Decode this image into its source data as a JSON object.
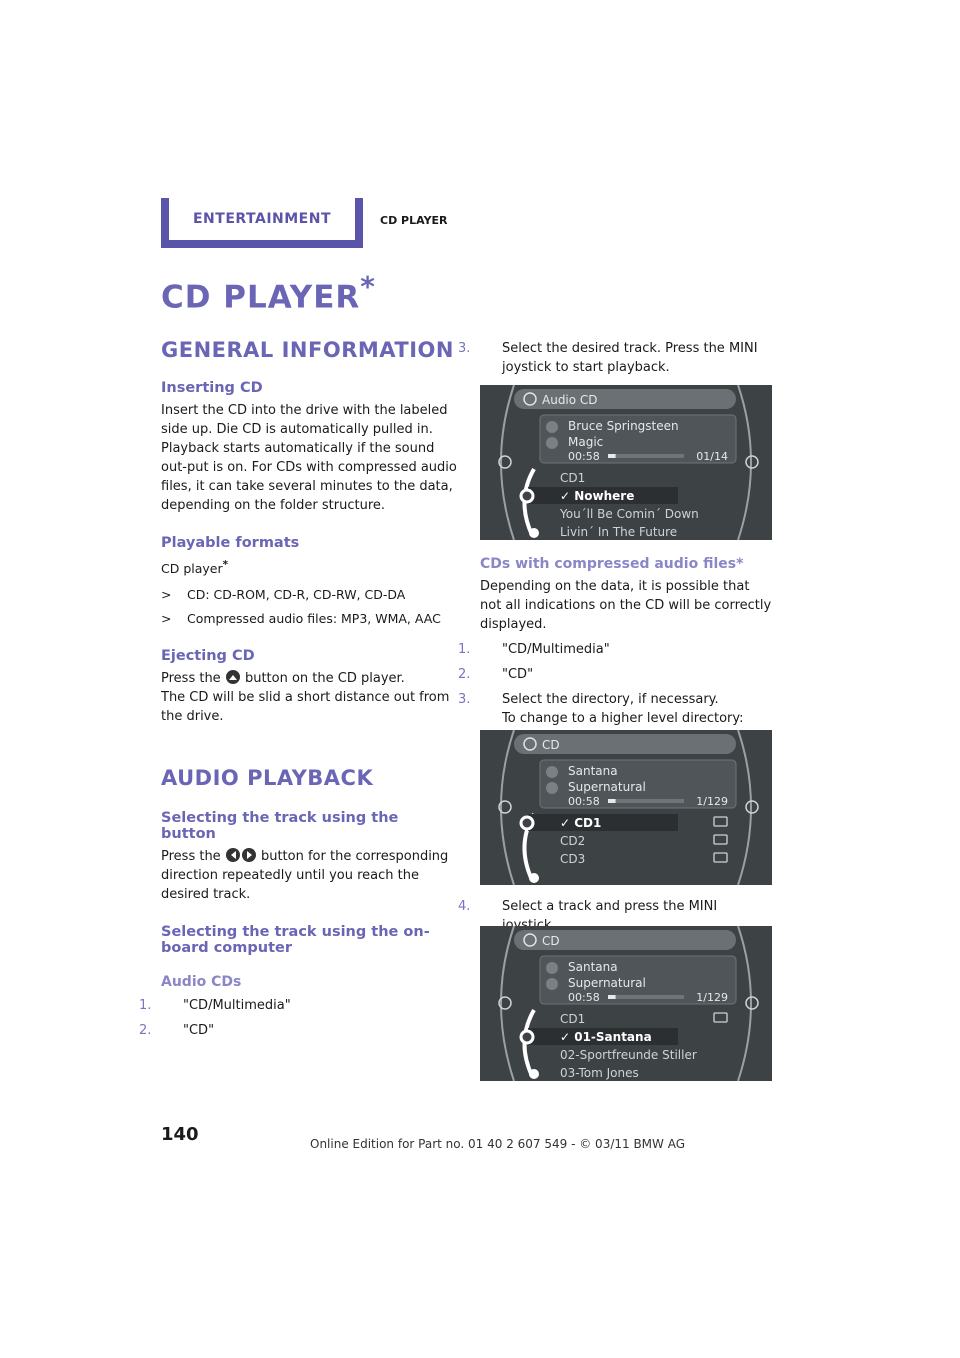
{
  "header": {
    "tab": "Entertainment",
    "section": "CD player"
  },
  "title": "CD player",
  "title_star": "*",
  "left": {
    "h_general": "General information",
    "h_insert": "Inserting CD",
    "p_insert1": "Insert the CD into the drive with the labeled side up. Die CD is automatically pulled in.",
    "p_insert2": "Playback starts automatically if the sound out-put is on. For CDs with compressed audio files, it can take several minutes to the data, depending on the folder structure.",
    "h_formats": "Playable formats",
    "formats_intro": "CD player",
    "formats_star": "*",
    "formats": [
      "CD: CD-ROM, CD-R, CD-RW, CD-DA",
      "Compressed audio files: MP3, WMA, AAC"
    ],
    "bullet_mark": ">",
    "h_eject": "Ejecting CD",
    "eject_pre": "Press the",
    "eject_post": "button on the CD player.",
    "eject_p2": "The CD will be slid a short distance out from the drive.",
    "h_audio": "Audio playback",
    "h_sel_button": "Selecting the track using the button",
    "sel_pre": "Press the",
    "sel_post": "button for the corresponding direction repeatedly until you reach the desired track.",
    "h_sel_computer": "Selecting the track using the on-board computer",
    "h_audio_cds": "Audio CDs",
    "steps": [
      {
        "n": "1.",
        "t": "\"CD/Multimedia\""
      },
      {
        "n": "2.",
        "t": "\"CD\""
      }
    ]
  },
  "right": {
    "step3": {
      "n": "3.",
      "t": "Select the desired track. Press the MINI joystick to start playback."
    },
    "h_compressed": "CDs with compressed audio files*",
    "p_compressed": "Depending on the data, it is possible that not all indications on the CD will be correctly displayed.",
    "csteps": [
      {
        "n": "1.",
        "t": "\"CD/Multimedia\""
      },
      {
        "n": "2.",
        "t": "\"CD\""
      },
      {
        "n": "3.",
        "t": "Select the directory, if necessary."
      }
    ],
    "csub": "To change to a higher level directory: move the MINI joystick to the left.",
    "step4": {
      "n": "4.",
      "t": "Select a track and press the MINI joystick."
    }
  },
  "screens": [
    {
      "header": "Audio CD",
      "artist": "Bruce Springsteen",
      "album": "Magic",
      "time": "00:58",
      "count": "01/14",
      "progress": 0.1,
      "rows": [
        "CD1",
        "Nowhere",
        "You´ll Be Comin´ Down",
        "Livin´ In The Future"
      ],
      "selected": 1,
      "folders": false
    },
    {
      "header": "CD",
      "artist": "Santana",
      "album": "Supernatural",
      "time": "00:58",
      "count": "1/129",
      "progress": 0.1,
      "rows": [
        "CD1",
        "CD2",
        "CD3"
      ],
      "selected": 0,
      "folders": true
    },
    {
      "header": "CD",
      "artist": "Santana",
      "album": "Supernatural",
      "time": "00:58",
      "count": "1/129",
      "progress": 0.1,
      "rows": [
        "CD1",
        "01-Santana",
        "02-Sportfreunde Stiller",
        "03-Tom Jones"
      ],
      "selected": 1,
      "folders": true
    }
  ],
  "check": "✓",
  "page_number": "140",
  "footer": "Online Edition for Part no. 01 40 2 607 549 - © 03/11 BMW AG"
}
